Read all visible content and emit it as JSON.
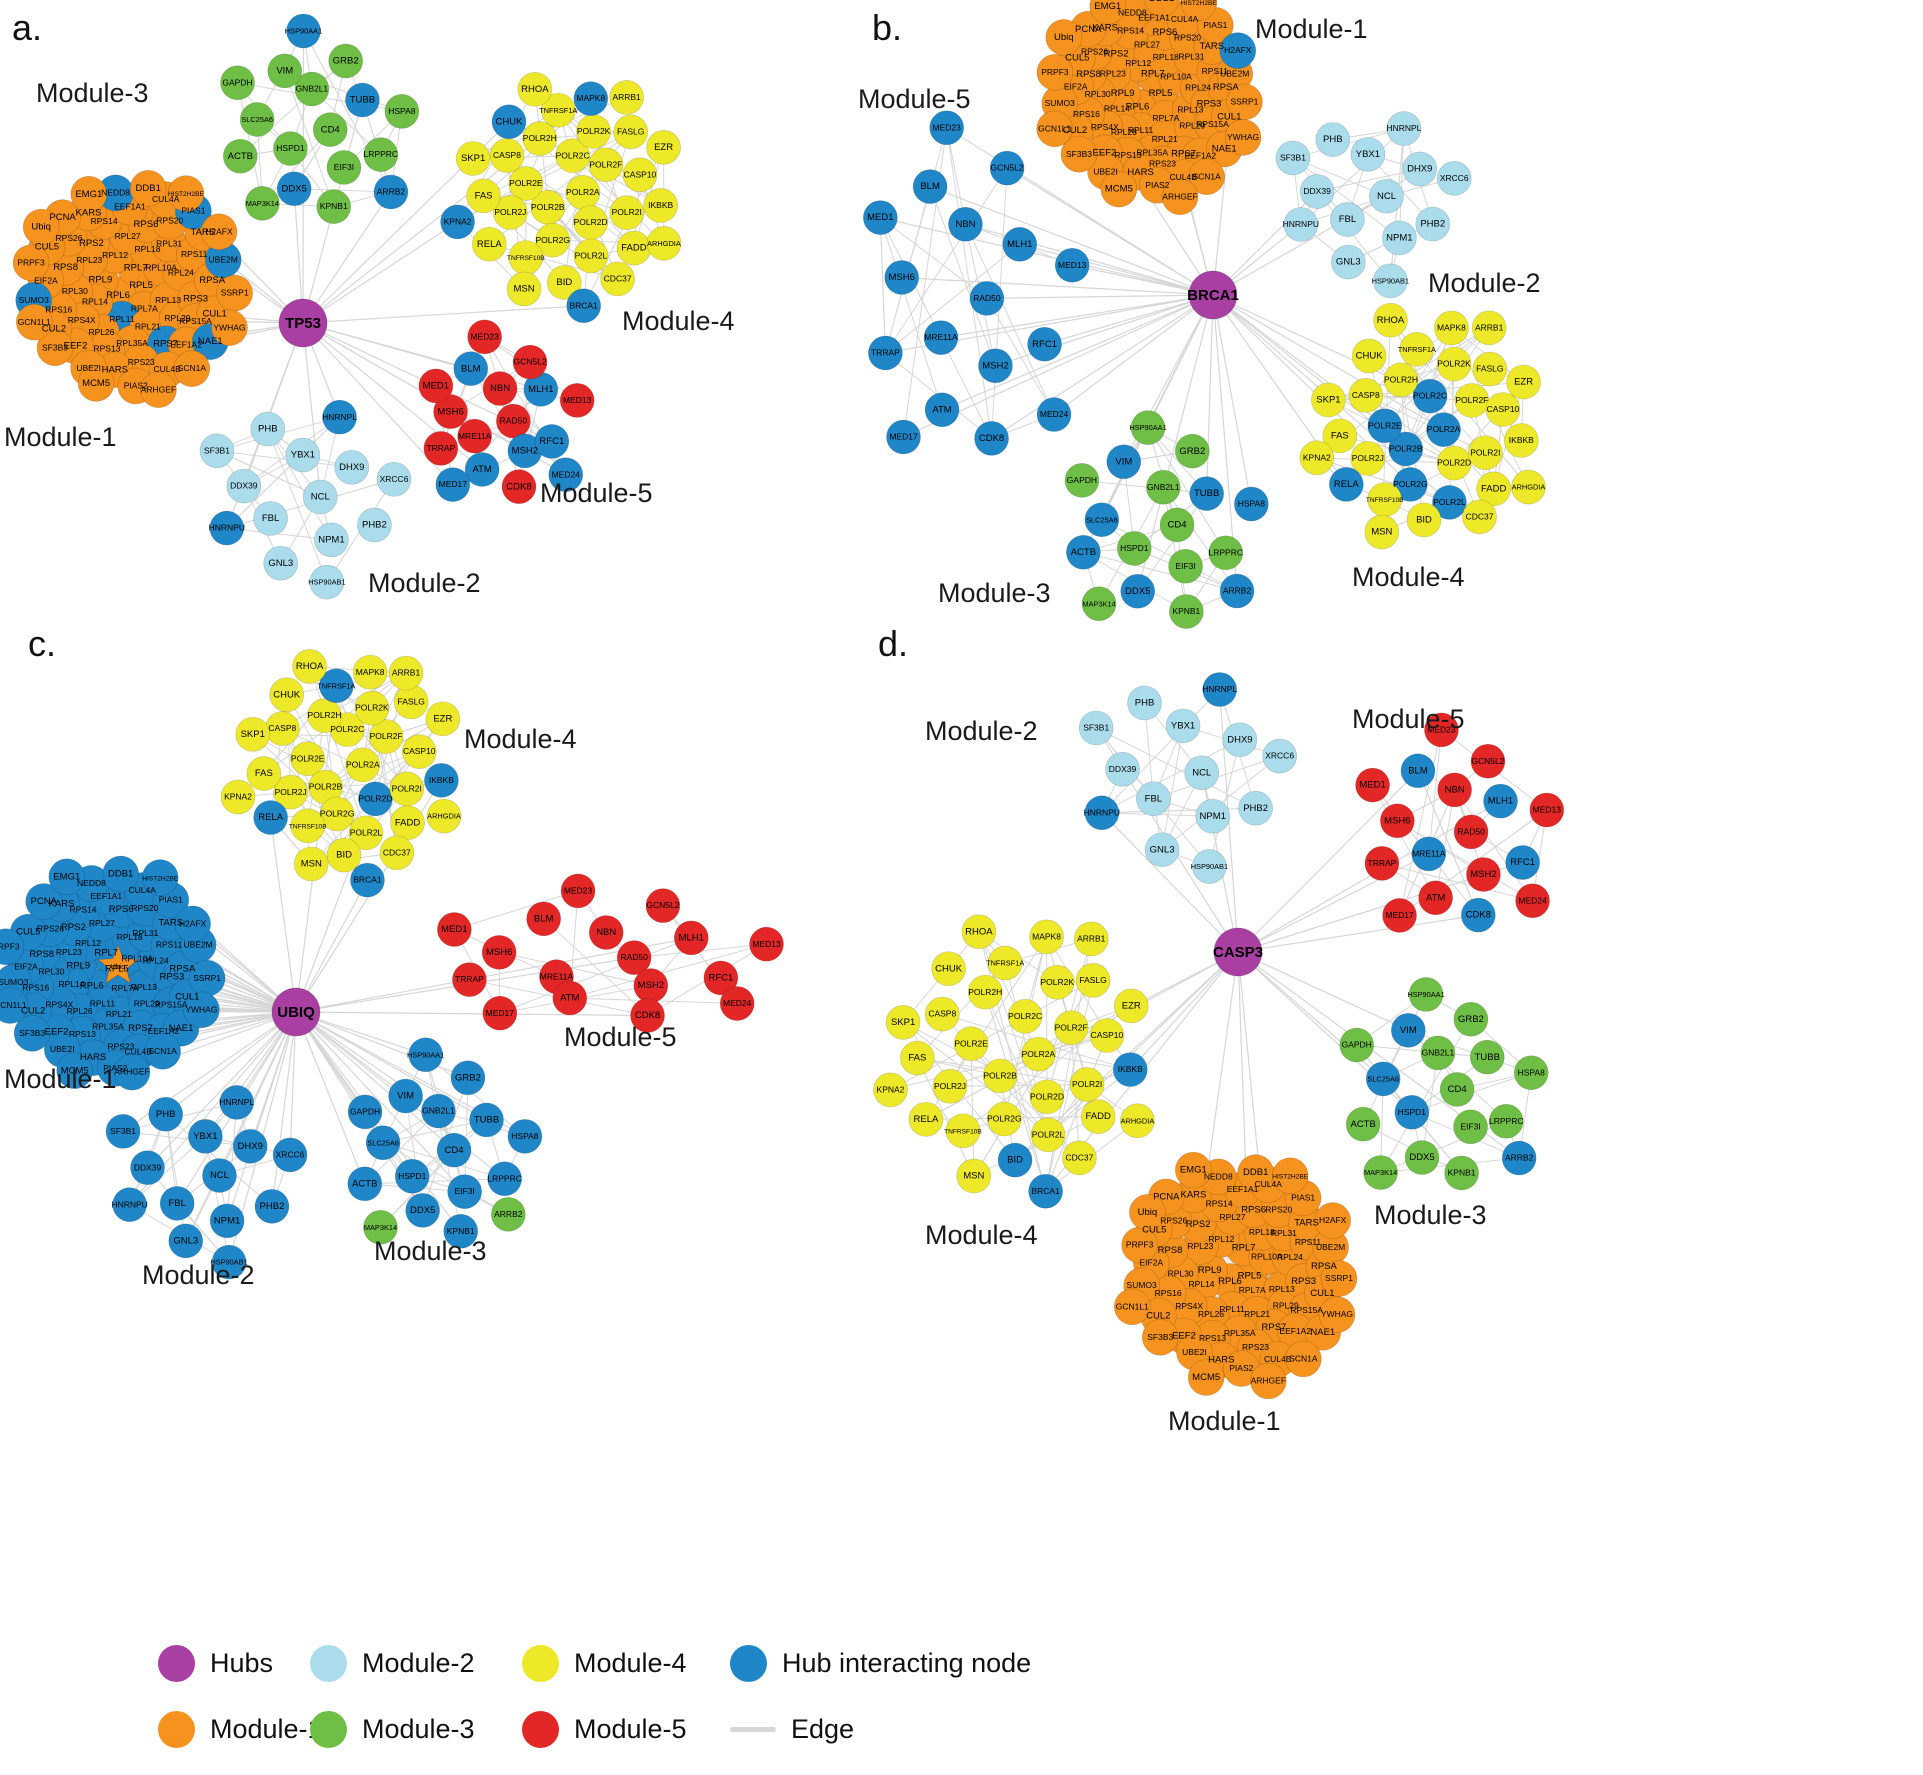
{
  "figure": {
    "colors": {
      "hub": "#AA3FA3",
      "module1": "#F6921E",
      "module2": "#ABDCEB",
      "module3": "#6FBE45",
      "module4": "#EDE929",
      "module5": "#E32726",
      "hub_interacting": "#1F86C8",
      "edge": "#D6D6D6"
    },
    "legend": [
      {
        "label": "Hubs",
        "color_key": "hub",
        "type": "circle"
      },
      {
        "label": "Module-2",
        "color_key": "module2",
        "type": "circle"
      },
      {
        "label": "Module-4",
        "color_key": "module4",
        "type": "circle"
      },
      {
        "label": "Hub interacting node",
        "color_key": "hub_interacting",
        "type": "circle"
      },
      {
        "label": "Module-1",
        "color_key": "module1",
        "type": "circle"
      },
      {
        "label": "Module-3",
        "color_key": "module3",
        "type": "circle"
      },
      {
        "label": "Module-5",
        "color_key": "module5",
        "type": "circle"
      },
      {
        "label": "Edge",
        "color_key": "edge",
        "type": "line"
      }
    ],
    "shared_node_sets": {
      "module1": [
        "RPL5",
        "RPL6",
        "RPL7",
        "RPL7A",
        "RPL9",
        "RPL10A",
        "RPL11",
        "RPL12",
        "RPL13",
        "RPL14",
        "RPL18",
        "RPL21",
        "RPL23",
        "RPL24",
        "RPL26",
        "RPL27",
        "RPL29",
        "RPL30",
        "RPL31",
        "RPL35A",
        "RPS2",
        "RPS3",
        "RPS4X",
        "RPS6",
        "RPS7",
        "RPS8",
        "RPS11",
        "RPS13",
        "RPS14",
        "RPS15A",
        "RPS16",
        "RPS20",
        "RPS23",
        "RPS26",
        "RPSA",
        "EEF2",
        "EEF1A1",
        "EEF1A2",
        "EIF2A",
        "TARS",
        "HARS",
        "KARS",
        "CUL1",
        "CUL2",
        "CUL4A",
        "CUL4B",
        "CUL5",
        "UBE2M",
        "UBE2I",
        "NEDD8",
        "NAE1",
        "SUMO3",
        "PIAS1",
        "PIAS2",
        "PCNA",
        "SSRP1",
        "SF3B3",
        "DDB1",
        "SCN1A",
        "PRPF3",
        "H2AFX",
        "MCM5",
        "EMG1",
        "YWHAG",
        "GCN1L1",
        "HIST2H2BE",
        "ARHGEF",
        "Ubiq"
      ],
      "module2": [
        "NCL",
        "FBL",
        "YBX1",
        "NPM1",
        "DDX39",
        "DHX9",
        "GNL3",
        "PHB",
        "PHB2",
        "HNRNPU",
        "HNRNPL",
        "HSP90AB1",
        "SF3B1",
        "XRCC6"
      ],
      "module3": [
        "CD4",
        "HSPD1",
        "GNB2L1",
        "EIF3I",
        "SLC25A6",
        "TUBB",
        "DDX5",
        "VIM",
        "LRPPRC",
        "ACTB",
        "GRB2",
        "KPNB1",
        "GAPDH",
        "HSPA8",
        "MAP3K14",
        "HSP90AA1",
        "ARRB2"
      ],
      "module4": [
        "POLR2A",
        "POLR2B",
        "POLR2C",
        "POLR2D",
        "POLR2E",
        "POLR2F",
        "POLR2G",
        "POLR2H",
        "POLR2I",
        "POLR2J",
        "POLR2K",
        "POLR2L",
        "CASP8",
        "CASP10",
        "TNFRSF10B",
        "TNFRSF1A",
        "FADD",
        "FAS",
        "FASLG",
        "BID",
        "CHUK",
        "IKBKB",
        "RELA",
        "MAPK8",
        "CDC37",
        "SKP1",
        "EZR",
        "MSN",
        "RHOA",
        "ARHGDIA",
        "KPNA2",
        "ARRB1",
        "BRCA1"
      ],
      "module5": [
        "RAD50",
        "MRE11A",
        "NBN",
        "MSH2",
        "MSH6",
        "MLH1",
        "ATM",
        "BLM",
        "RFC1",
        "TRRAP",
        "GCN5L2",
        "CDK8",
        "MED1",
        "MED13",
        "MED17",
        "MED23",
        "MED24"
      ]
    },
    "panels": [
      {
        "id": "a",
        "label": "a.",
        "hub": "TP53",
        "modules": [
          {
            "name": "Module-1",
            "color_key": "module1",
            "nodes_ref": "module1",
            "blue": [
              "RPL11",
              "UBE2M",
              "NEDD8",
              "NAE1",
              "SUMO3",
              "RPS7",
              "PIAS1"
            ]
          },
          {
            "name": "Module-2",
            "color_key": "module2",
            "nodes_ref": "module2",
            "blue": [
              "HNRNPL",
              "HNRNPU"
            ]
          },
          {
            "name": "Module-3",
            "color_key": "module3",
            "nodes_ref": "module3",
            "blue": [
              "TUBB",
              "DDX5",
              "HSP90AA1",
              "ARRB2"
            ]
          },
          {
            "name": "Module-4",
            "color_key": "module4",
            "nodes_ref": "module4",
            "blue": [
              "CHUK",
              "KPNA2",
              "MAPK8",
              "BRCA1"
            ]
          },
          {
            "name": "Module-5",
            "color_key": "module5",
            "nodes_ref": "module5",
            "blue": [
              "MSH2",
              "MED17",
              "MED24",
              "BLM",
              "ATM",
              "RFC1",
              "MLH1"
            ]
          }
        ]
      },
      {
        "id": "b",
        "label": "b.",
        "hub": "BRCA1",
        "modules": [
          {
            "name": "Module-1",
            "color_key": "module1",
            "nodes_ref": "module1",
            "blue": [
              "H2AFX"
            ]
          },
          {
            "name": "Module-2",
            "color_key": "module2",
            "nodes_ref": "module2",
            "blue": []
          },
          {
            "name": "Module-3",
            "color_key": "module3",
            "nodes_ref": "module3",
            "blue": [
              "TUBB",
              "HSPA8",
              "ACTB",
              "VIM",
              "DDX5",
              "ARRB2",
              "SLC25A6"
            ]
          },
          {
            "name": "Module-4",
            "color_key": "module4",
            "nodes_ref": "module4",
            "exclude": [
              "BRCA1"
            ],
            "blue": [
              "POLR2A",
              "POLR2B",
              "POLR2C",
              "POLR2E",
              "POLR2G",
              "POLR2L",
              "RELA"
            ]
          },
          {
            "name": "Module-5",
            "color_key": "module5",
            "nodes_ref": "module5",
            "blue": "all"
          }
        ]
      },
      {
        "id": "c",
        "label": "c.",
        "hub": "UBIQ",
        "modules": [
          {
            "name": "Module-1",
            "color_key": "module1",
            "nodes_ref": "module1",
            "exclude": [
              "Ubiq"
            ],
            "blue": "all",
            "special": {
              "label": "Ubiq",
              "shape": "star",
              "color_key": "module1"
            }
          },
          {
            "name": "Module-2",
            "color_key": "module2",
            "nodes_ref": "module2",
            "blue": "all"
          },
          {
            "name": "Module-3",
            "color_key": "module3",
            "nodes_ref": "module3",
            "blue": [
              "CD4",
              "HSPD1",
              "GNB2L1",
              "EIF3I",
              "SLC25A6",
              "TUBB",
              "DDX5",
              "VIM",
              "LRPPRC",
              "ACTB",
              "GRB2",
              "KPNB1",
              "GAPDH",
              "HSPA8",
              "HSP90AA1"
            ]
          },
          {
            "name": "Module-4",
            "color_key": "module4",
            "nodes_ref": "module4",
            "blue": [
              "BRCA1",
              "POLR2D",
              "IKBKB",
              "TNFRSF1A",
              "RELA"
            ]
          },
          {
            "name": "Module-5",
            "color_key": "module5",
            "nodes_ref": "module5",
            "blue": []
          }
        ]
      },
      {
        "id": "d",
        "label": "d.",
        "hub": "CASP3",
        "modules": [
          {
            "name": "Module-1",
            "color_key": "module1",
            "nodes_ref": "module1",
            "blue": []
          },
          {
            "name": "Module-2",
            "color_key": "module2",
            "nodes_ref": "module2",
            "blue": [
              "HNRNPL",
              "HNRNPU"
            ]
          },
          {
            "name": "Module-3",
            "color_key": "module3",
            "nodes_ref": "module3",
            "blue": [
              "VIM",
              "SLC25A6",
              "HSPD1",
              "ARRB2"
            ]
          },
          {
            "name": "Module-4",
            "color_key": "module4",
            "nodes_ref": "module4",
            "blue": [
              "BRCA1",
              "IKBKB",
              "BID"
            ]
          },
          {
            "name": "Module-5",
            "color_key": "module5",
            "nodes_ref": "module5",
            "blue": [
              "MRE11A",
              "MLH1",
              "RFC1",
              "BLM",
              "CDK8"
            ]
          }
        ]
      }
    ]
  }
}
